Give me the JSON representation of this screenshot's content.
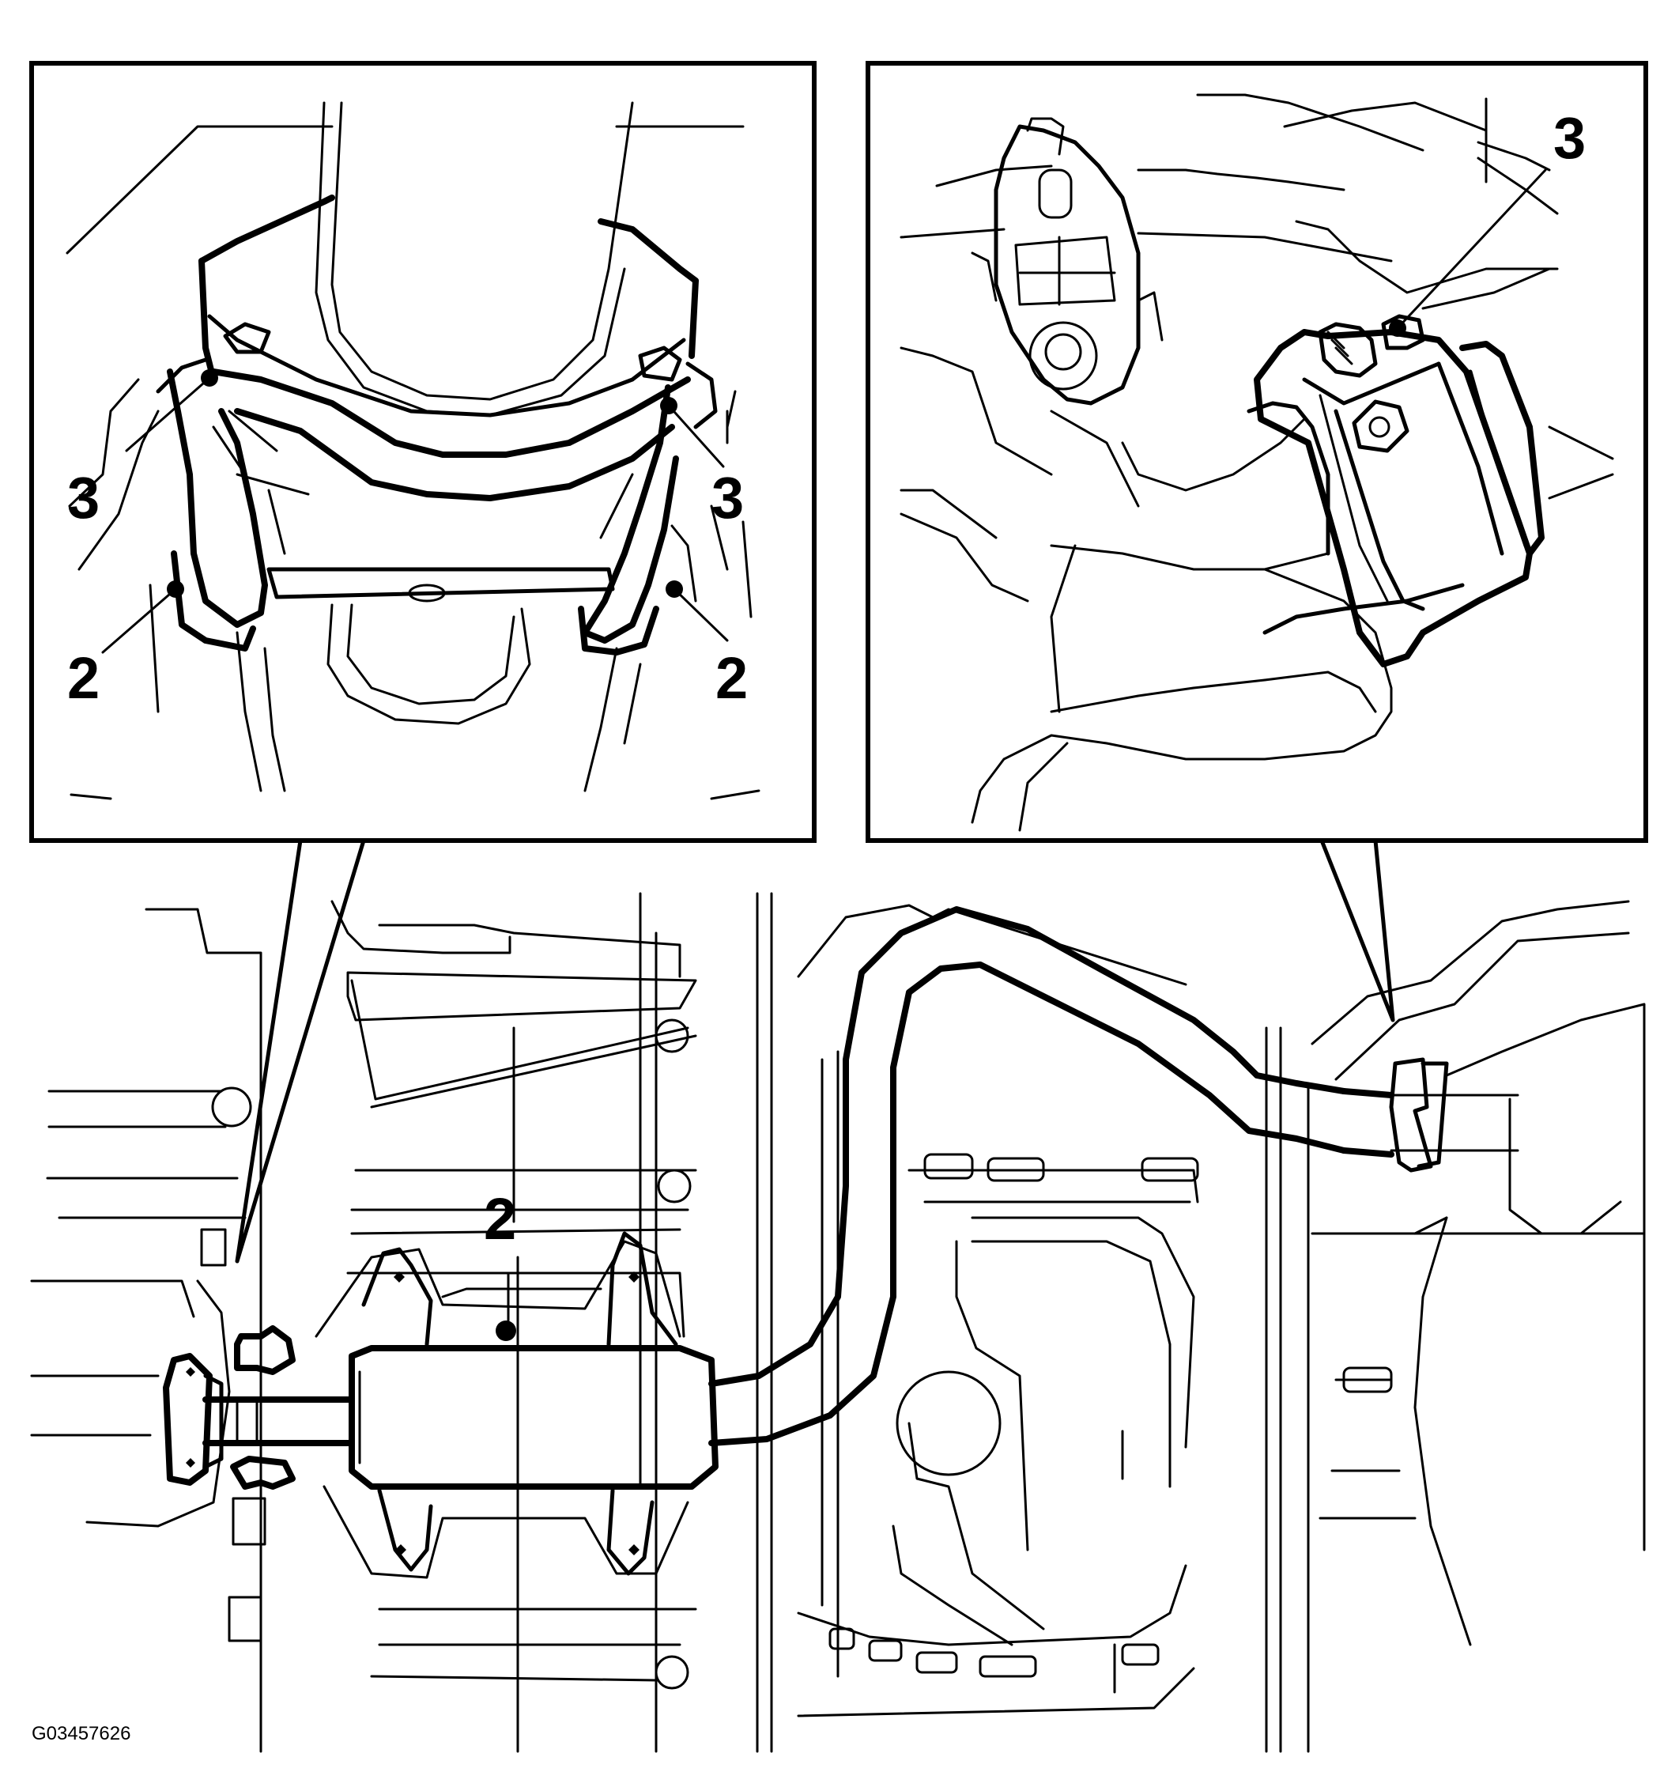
{
  "figure_id": "G03457626",
  "callouts": {
    "left_inset_top_left": "3",
    "left_inset_top_right": "3",
    "left_inset_bottom_left": "2",
    "left_inset_bottom_right": "2",
    "right_inset": "3",
    "main_view": "2"
  }
}
